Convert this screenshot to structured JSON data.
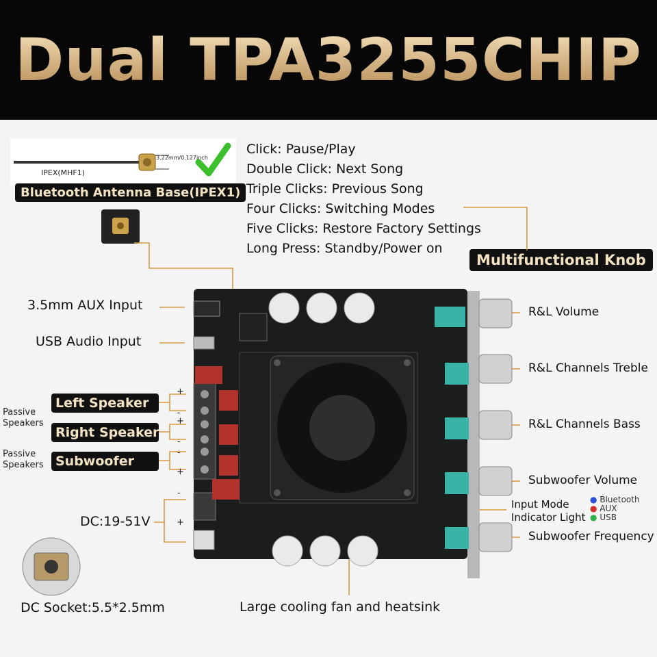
{
  "title": "Dual TPA3255CHIP",
  "antenna": {
    "connector_label": "IPEX(MHF1)",
    "dimension": "3.22mm/0.127inch",
    "base_label": "Bluetooth Antenna Base(IPEX1)"
  },
  "knob_functions": [
    "Click: Pause/Play",
    "Double Click: Next Song",
    "Triple Clicks: Previous Song",
    "Four Clicks: Switching Modes",
    "Five Clicks: Restore Factory Settings",
    "Long Press: Standby/Power on"
  ],
  "knob_label": "Multifunctional Knob",
  "left_labels": {
    "aux": "3.5mm AUX Input",
    "usb": "USB Audio Input",
    "dc": "DC:19-51V",
    "dc_socket": "DC Socket:5.5*2.5mm"
  },
  "speakers": {
    "passive_1": "Passive\nSpeakers",
    "left": "Left Speaker",
    "right": "Right Speaker",
    "passive_2": "Passive\nSpeakers",
    "sub": "Subwoofer"
  },
  "right_labels": {
    "vol": "R&L Volume",
    "treble": "R&L Channels Treble",
    "bass": "R&L Channels Bass",
    "sub_vol": "Subwoofer Volume",
    "sub_freq": "Subwoofer Frequency"
  },
  "indicator": {
    "line1": "Input Mode",
    "line2": "Indicator Light",
    "modes": [
      {
        "label": "Bluetooth",
        "color": "#2b4fd6"
      },
      {
        "label": "AUX",
        "color": "#d62b2b"
      },
      {
        "label": "USB",
        "color": "#2bb24a"
      }
    ]
  },
  "fan_label": "Large cooling fan and heatsink",
  "polarity": {
    "plus": "+",
    "minus": "-"
  },
  "colors": {
    "accent_line": "#d59a42",
    "title_gold": "#d9b98a",
    "board_green": "#1a1d1c"
  }
}
